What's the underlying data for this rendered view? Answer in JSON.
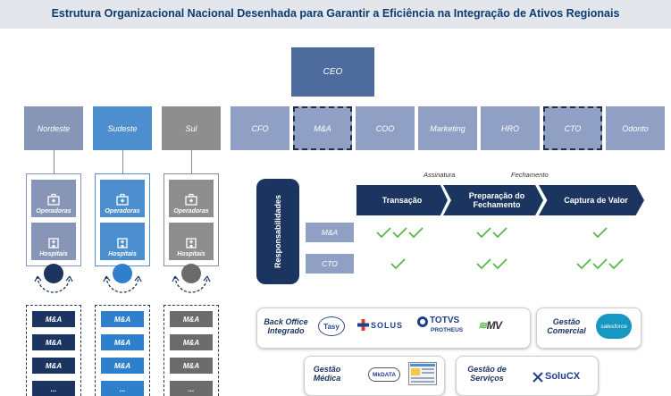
{
  "title": "Estrutura Organizacional Nacional Desenhada para Garantir a Eficiência na Integração de Ativos Regionais",
  "org": {
    "ceo": "CEO",
    "regions": [
      "Nordeste",
      "Sudeste",
      "Sul"
    ],
    "functions": [
      "CFO",
      "M&A",
      "COO",
      "Marketing",
      "HRO",
      "CTO",
      "Odonto"
    ]
  },
  "regional_units": {
    "tiles": [
      "Operadoras",
      "Hospitais"
    ],
    "list_items": [
      "M&A",
      "M&A",
      "M&A",
      "..."
    ]
  },
  "responsibilities": {
    "label": "Responsabilidades",
    "milestones": [
      "Assinatura",
      "Fechamento"
    ],
    "phases": [
      "Transação",
      "Preparação do Fechamento",
      "Captura de Valor"
    ],
    "rows": [
      {
        "label": "M&A",
        "checks": [
          3,
          2,
          1
        ]
      },
      {
        "label": "CTO",
        "checks": [
          1,
          2,
          3
        ]
      }
    ]
  },
  "systems": {
    "back_office": {
      "label": "Back Office Integrado",
      "logos": [
        "Tasy",
        "SOLUS",
        "TOTVS",
        "PROTHEUS",
        "MV"
      ]
    },
    "gestao_comercial": {
      "label": "Gestão Comercial",
      "logos": [
        "salesforce"
      ]
    },
    "gestao_medica": {
      "label": "Gestão Médica",
      "logos": [
        "MkDATA"
      ]
    },
    "gestao_servicos": {
      "label": "Gestão de Serviços",
      "logos": [
        "SoluCX"
      ]
    }
  },
  "colors": {
    "navy": "#1b3560",
    "ceo": "#4d6c9d",
    "function_box": "#8795b6",
    "sudeste_blue": "#4d8fce",
    "sul_gray": "#8e8e8e",
    "check_green": "#57b947",
    "title_text": "#0f3a70"
  }
}
